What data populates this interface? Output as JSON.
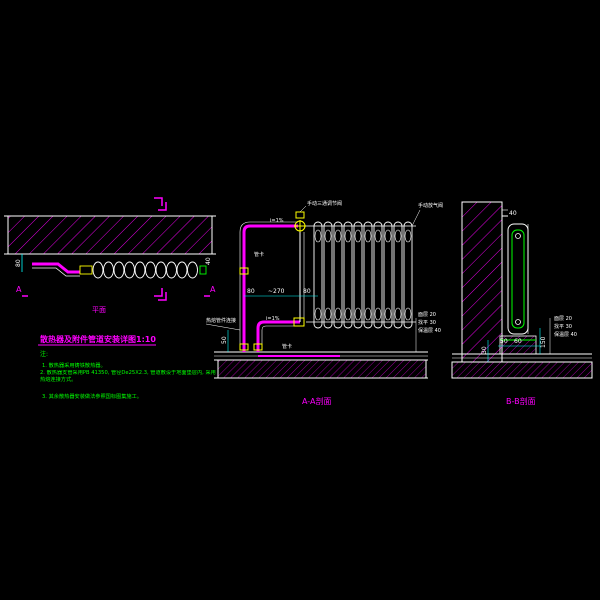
{
  "colors": {
    "background": "#000000",
    "line": "#ffffff",
    "hatch": "#ff00ff",
    "pipe": "#ff00ff",
    "note_text": "#00ff00",
    "title": "#ff00ff",
    "dim": "#00ffff",
    "label": "#ffff00"
  },
  "plan": {
    "title": "平面",
    "section_mark": "A",
    "dim_left": "80",
    "dim_right": "40"
  },
  "notes": {
    "heading": "散热器及附件管道安装详图1:10",
    "label": "注:",
    "items": [
      "1. 散热器采用铸铁散热器。",
      "2. 散热器支管采用PB 41350, 管径De25X2.3, 管道敷设于地面垫层内, 采用热熔连接方式。",
      "3. 其余散热器安装做法参照国标图集施工。"
    ]
  },
  "section_a": {
    "title": "A-A剖面",
    "valve_label": "手动三通调节阀",
    "air_vent_label": "手动放气阀",
    "slope_top": "i=1%",
    "slope_bottom": "i=1%",
    "sleeve_label": "管卡",
    "pipe_clip_label": "管卡",
    "joint_label": "热熔管件连接",
    "dim_80_left": "80",
    "dim_270": "~270",
    "dim_80_right": "80",
    "dim_50": "50",
    "floor_labels": [
      "面层 20",
      "找平 30",
      "保温层 40"
    ]
  },
  "section_b": {
    "title": "B-B剖面",
    "dim_40": "40",
    "dim_bottom": "50",
    "dim_bottom2": "60",
    "dim_left_vertical": "30",
    "dim_150": "150",
    "floor_labels": [
      "面层 20",
      "找平 30",
      "保温层 40"
    ]
  }
}
